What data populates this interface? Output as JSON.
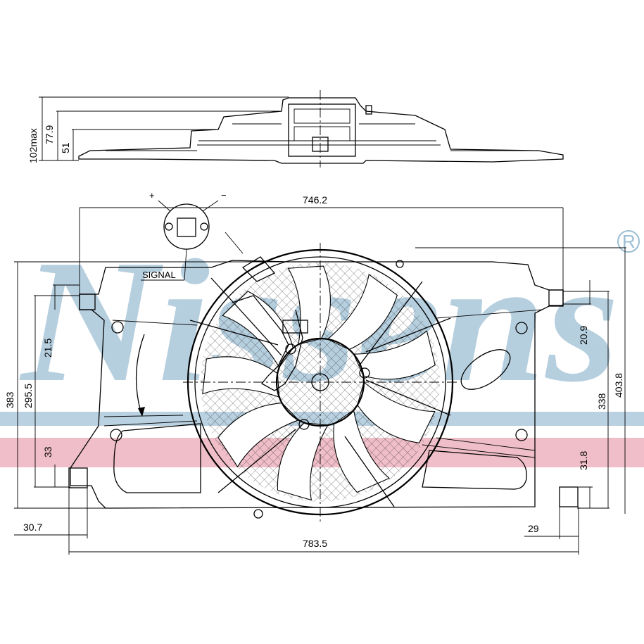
{
  "watermark": {
    "brand": "Nissens",
    "registered": "®",
    "color": "#9bbdd3",
    "band_blue": "#9bbdd3",
    "band_red": "#e8a3b0"
  },
  "labels": {
    "plus": "+",
    "minus": "−",
    "signal": "SIGNAL"
  },
  "dimensions": {
    "height_max": "102max",
    "d77_9": "77.9",
    "d51": "51",
    "width_top": "746.2",
    "d383": "383",
    "d295_5": "295.5",
    "d21_5": "21.5",
    "d33": "33",
    "d20_9": "20.9",
    "d338": "338",
    "d403_8": "403.8",
    "d31_8": "31.8",
    "d30_7": "30.7",
    "d29": "29",
    "width_bottom": "783.5"
  }
}
